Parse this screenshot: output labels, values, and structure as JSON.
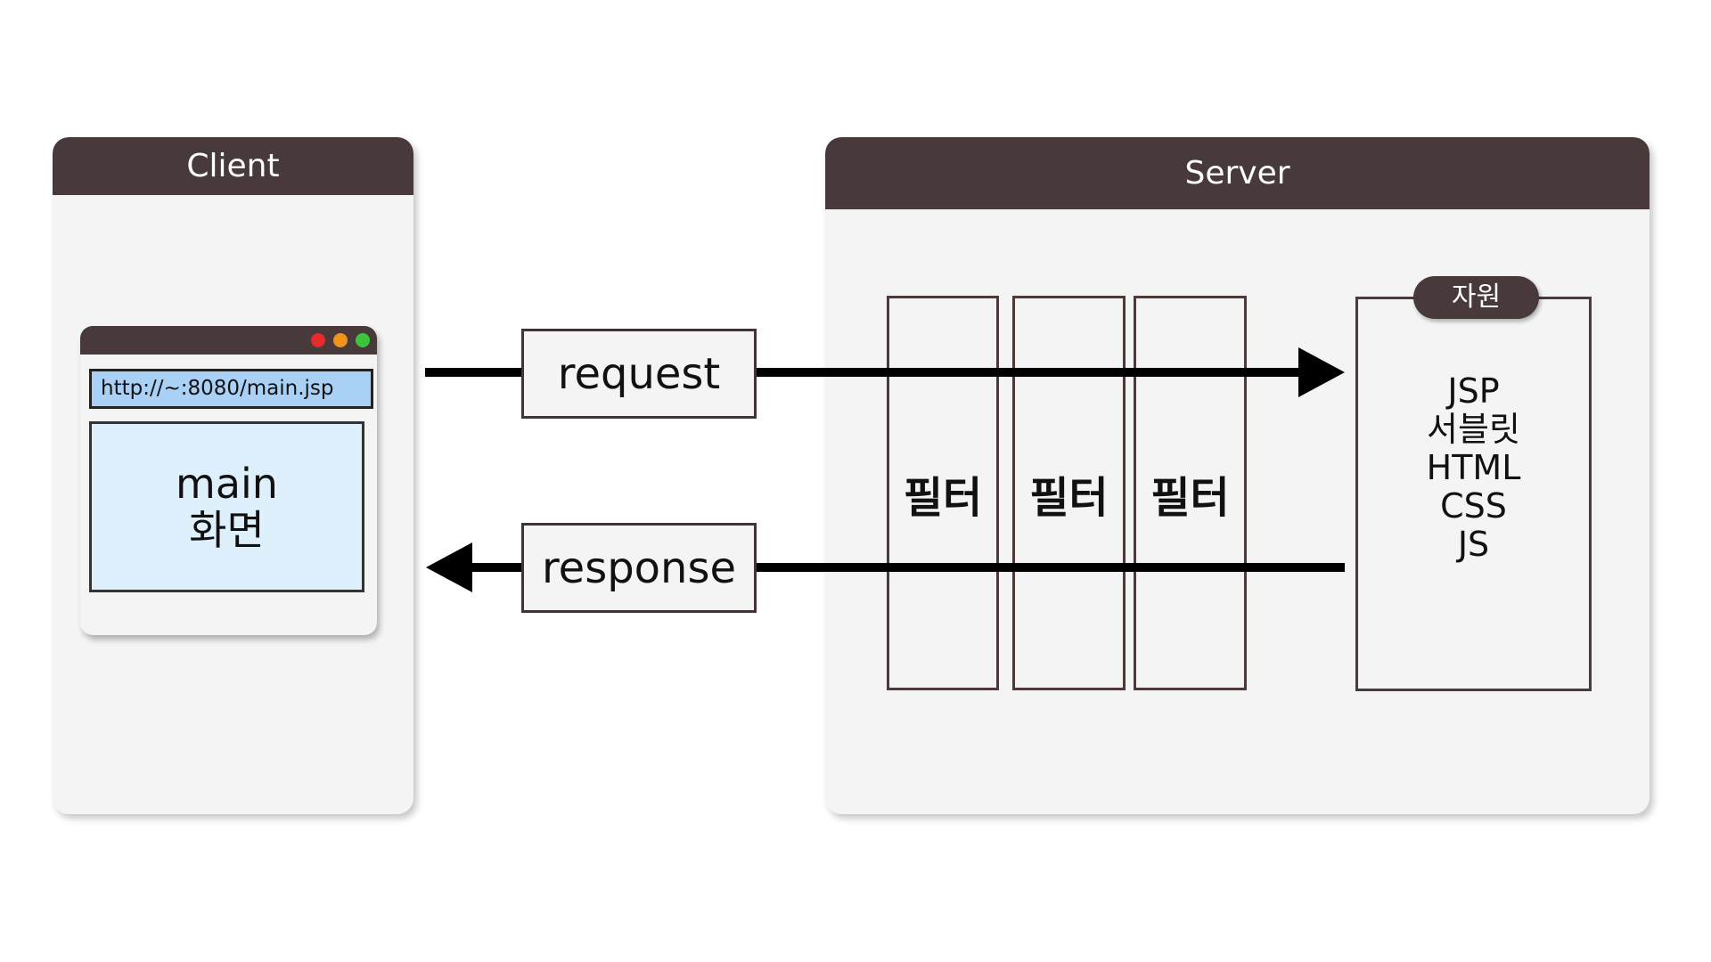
{
  "client": {
    "title": "Client",
    "browser": {
      "url": "http://~:8080/main.jsp",
      "page_lines": [
        "main",
        "화면"
      ],
      "dots": [
        {
          "name": "close-dot",
          "color": "#e52b2b"
        },
        {
          "name": "minimize-dot",
          "color": "#f0931e"
        },
        {
          "name": "maximize-dot",
          "color": "#3cc43c"
        }
      ]
    }
  },
  "server": {
    "title": "Server",
    "filters": [
      "필터",
      "필터",
      "필터"
    ],
    "resource": {
      "badge": "자원",
      "items": [
        "JSP",
        "서블릿",
        "HTML",
        "CSS",
        "JS"
      ]
    }
  },
  "flow": {
    "request_label": "request",
    "response_label": "response"
  },
  "colors": {
    "header": "#483a3a",
    "panel": "#f4f4f4",
    "url_bar": "#a9d0f5",
    "page_area": "#dff0fd"
  }
}
